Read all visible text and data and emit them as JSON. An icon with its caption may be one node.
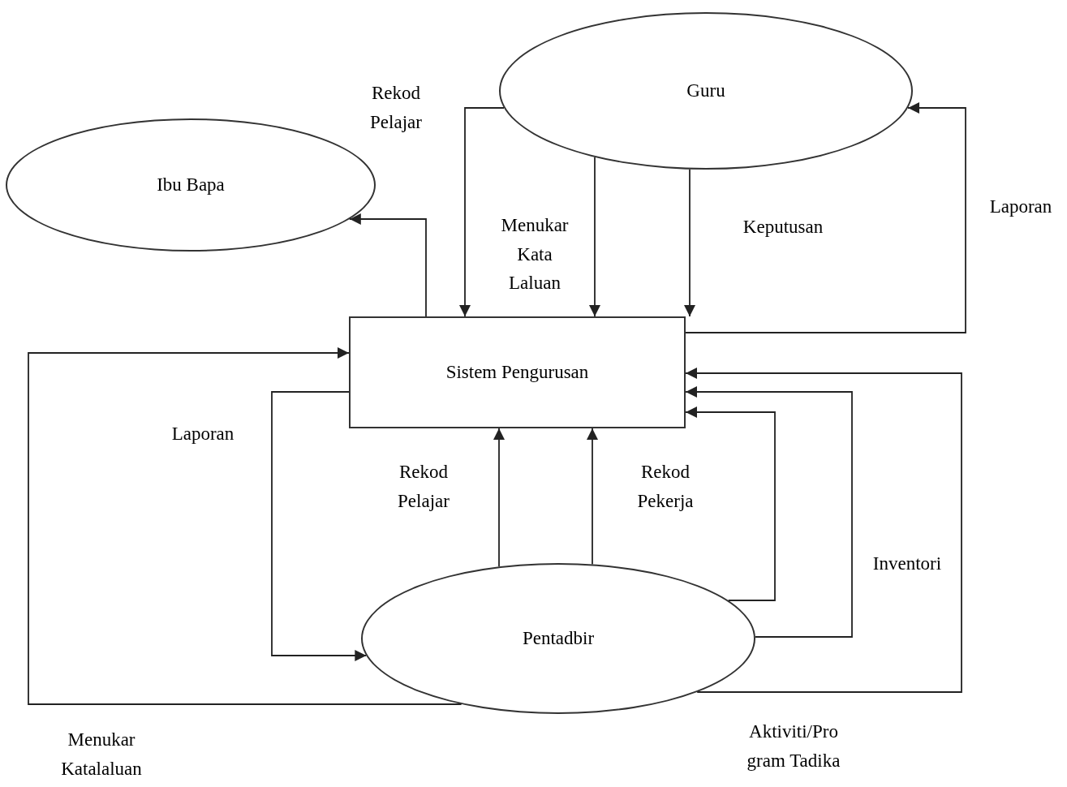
{
  "diagram": {
    "nodes": [
      {
        "text": [
          "Guru"
        ]
      },
      {
        "text": [
          "Ibu Bapa"
        ]
      },
      {
        "text": [
          "Sistem Pengurusan"
        ]
      },
      {
        "text": [
          "Pentadbir"
        ]
      }
    ],
    "edges": [
      {
        "from": 2,
        "to": 1,
        "arrow": "to"
      },
      {
        "from": 0,
        "to": 2,
        "arrow": "to",
        "label": "Rekod Pelajar"
      },
      {
        "from": 0,
        "to": 2,
        "arrow": "to",
        "label": "Menukar Kata Laluan"
      },
      {
        "from": 0,
        "to": 2,
        "arrow": "to",
        "label": "Keputusan"
      },
      {
        "from": 2,
        "to": 0,
        "arrow": "to",
        "label": "Laporan"
      },
      {
        "from": 3,
        "to": 2,
        "arrow": "to",
        "label": "Rekod Pelajar"
      },
      {
        "from": 3,
        "to": 2,
        "arrow": "to",
        "label": "Rekod Pekerja"
      },
      {
        "from": 3,
        "to": 2,
        "arrow": "to"
      },
      {
        "from": 3,
        "to": 2,
        "arrow": "to",
        "label": "Inventori"
      },
      {
        "from": 3,
        "to": 2,
        "arrow": "to",
        "label": "Aktiviti/Pro gram Tadika"
      },
      {
        "from": 2,
        "to": 3,
        "arrow": "to",
        "label": "Laporan"
      },
      {
        "from": 3,
        "to": 2,
        "arrow": "to",
        "label": "Menukar Katalaluan"
      }
    ]
  }
}
